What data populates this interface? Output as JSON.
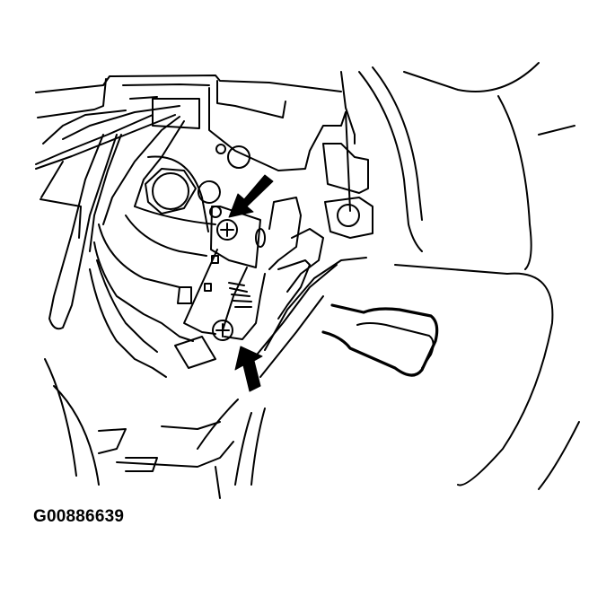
{
  "figure": {
    "id_label": "G00886639",
    "description": "Steering column switch area line drawing with two arrows pointing to mounting screws of a switch/sensor bracket",
    "callouts": [
      {
        "name": "upper-screw-arrow",
        "direction": "down-left"
      },
      {
        "name": "lower-screw-arrow",
        "direction": "up-left"
      }
    ],
    "colors": {
      "line": "#000000",
      "background": "#ffffff"
    }
  }
}
